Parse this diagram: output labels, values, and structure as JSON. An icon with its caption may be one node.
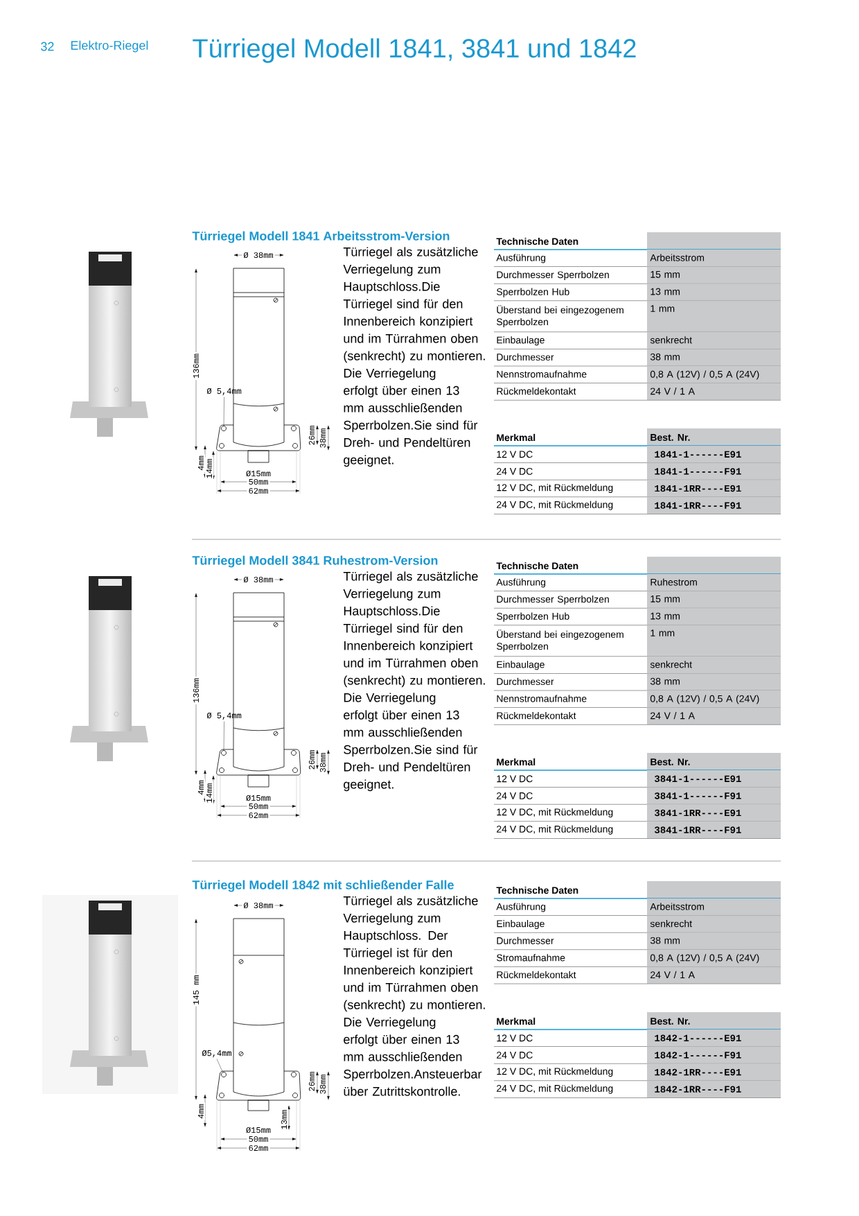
{
  "diagram": {
    "title": "Türriegel Modell 1841, 3841 und 1842",
    "nodes": [
      {
        "text": [
          "Ø 5,4mm"
        ]
      },
      {
        "text": [],
        "shape": "circle"
      },
      {
        "text": [
          "Ø 5,4mm"
        ]
      },
      {
        "text": [],
        "shape": "circle"
      },
      {
        "text": [
          "Ø5,4mm"
        ]
      },
      {
        "text": [],
        "shape": "circle"
      }
    ],
    "edges": [
      {
        "from": 0,
        "to": 1,
        "arrow": "none"
      },
      {
        "from": 2,
        "to": 3,
        "arrow": "none"
      },
      {
        "from": 4,
        "to": 5,
        "arrow": "none"
      }
    ],
    "labels": [
      "32",
      "Elektro-Riegel",
      "Türriegel Modell 1841 Arbeitsstrom-Version",
      "Ø 38mm",
      "136mm",
      "26mm",
      "38mm",
      "4mm",
      "14mm",
      "Ø15mm",
      "50mm",
      "62mm",
      "Türriegel als zusätzliche Verriegelung zum Hauptschloss.Die Türriegel sind für den Innenbereich konzipiert und im Türrahmen oben (senkrecht) zu montieren. Die Verriegelung erfolgt über einen 13 mm ausschließenden Sperrbolzen.Sie sind für Dreh- und Pendeltüren geeignet.",
      "Technische Daten",
      "Ausführung",
      "Arbeitsstrom",
      "Durchmesser Sperrbolzen",
      "15 mm",
      "Sperrbolzen Hub",
      "13 mm",
      "Überstand bei eingezogenem Sperrbolzen",
      "1 mm",
      "Einbaulage",
      "senkrecht",
      "Durchmesser",
      "38 mm",
      "Nennstromaufnahme",
      "0,8 A (12V) / 0,5 A (24V)",
      "Rückmeldekontakt",
      "24 V / 1 A",
      "Merkmal",
      "Best. Nr.",
      "12 V DC",
      "1841-1------E91",
      "24 V DC",
      "1841-1------F91",
      "12 V DC, mit Rückmeldung",
      "1841-1RR----E91",
      "24 V DC, mit Rückmeldung",
      "1841-1RR----F91",
      "Türriegel Modell 3841 Ruhestrom-Version",
      "Ø 38mm",
      "136mm",
      "26mm",
      "38mm",
      "4mm",
      "14mm",
      "Ø15mm",
      "50mm",
      "62mm",
      "Türriegel als zusätzliche Verriegelung zum Hauptschloss.Die Türriegel sind für den Innenbereich konzipiert und im Türrahmen oben (senkrecht) zu montieren. Die Verriegelung erfolgt über einen 13 mm ausschließenden Sperrbolzen.Sie sind für Dreh- und Pendeltüren geeignet.",
      "Technische Daten",
      "Ausführung",
      "Ruhestrom",
      "Durchmesser Sperrbolzen",
      "15 mm",
      "Sperrbolzen Hub",
      "13 mm",
      "Überstand bei eingezogenem Sperrbolzen",
      "1 mm",
      "Einbaulage",
      "senkrecht",
      "Durchmesser",
      "38 mm",
      "Nennstromaufnahme",
      "0,8 A (12V) / 0,5 A (24V)",
      "Rückmeldekontakt",
      "24 V / 1 A",
      "Merkmal",
      "Best. Nr.",
      "12 V DC",
      "3841-1------E91",
      "24 V DC",
      "3841-1------F91",
      "12 V DC, mit Rückmeldung",
      "3841-1RR----E91",
      "24 V DC, mit Rückmeldung",
      "3841-1RR----F91",
      "Türriegel Modell 1842 mit schließender Falle",
      "Ø 38mm",
      "145 mm",
      "26mm",
      "38mm",
      "4mm",
      "13mm",
      "Ø15mm",
      "50mm",
      "62mm",
      "Türriegel als zusätzliche Verriegelung zum Hauptschloss. Der Türriegel ist für den Innenbereich konzipiert und im Türrahmen oben (senkrecht) zu montieren. Die Verriegelung erfolgt über einen 13 mm ausschließenden Sperrbolzen.Ansteuerbar über Zutrittskontrolle.",
      "Technische Daten",
      "Ausführung",
      "Arbeitsstrom",
      "Einbaulage",
      "senkrecht",
      "Durchmesser",
      "38 mm",
      "Stromaufnahme",
      "0,8 A (12V) / 0,5 A (24V)",
      "Rückmeldekontakt",
      "24 V / 1 A",
      "Merkmal",
      "Best. Nr.",
      "12 V DC",
      "1842-1------E91",
      "24 V DC",
      "1842-1------F91",
      "12 V DC, mit Rückmeldung",
      "1842-1RR----E91",
      "24 V DC, mit Rückmeldung",
      "1842-1RR----F91"
    ]
  }
}
